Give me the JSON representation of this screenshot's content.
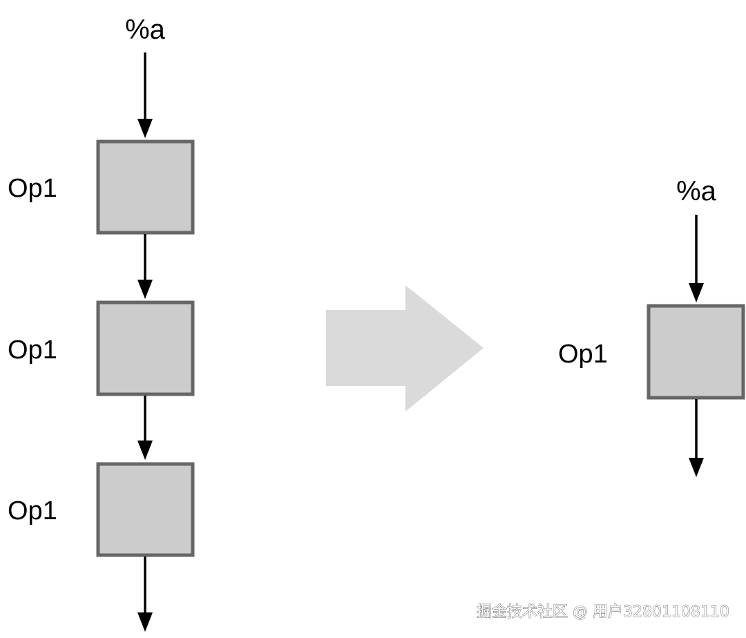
{
  "before": {
    "input_label": "%a",
    "ops": [
      {
        "label": "Op1"
      },
      {
        "label": "Op1"
      },
      {
        "label": "Op1"
      }
    ]
  },
  "after": {
    "input_label": "%a",
    "ops": [
      {
        "label": "Op1"
      }
    ]
  },
  "colors": {
    "box_fill": "#cccccc",
    "box_stroke": "#666666",
    "transform_arrow": "#dadada",
    "edge": "#000000"
  },
  "watermark": "掘金技术社区 @ 用户3280110811​0"
}
